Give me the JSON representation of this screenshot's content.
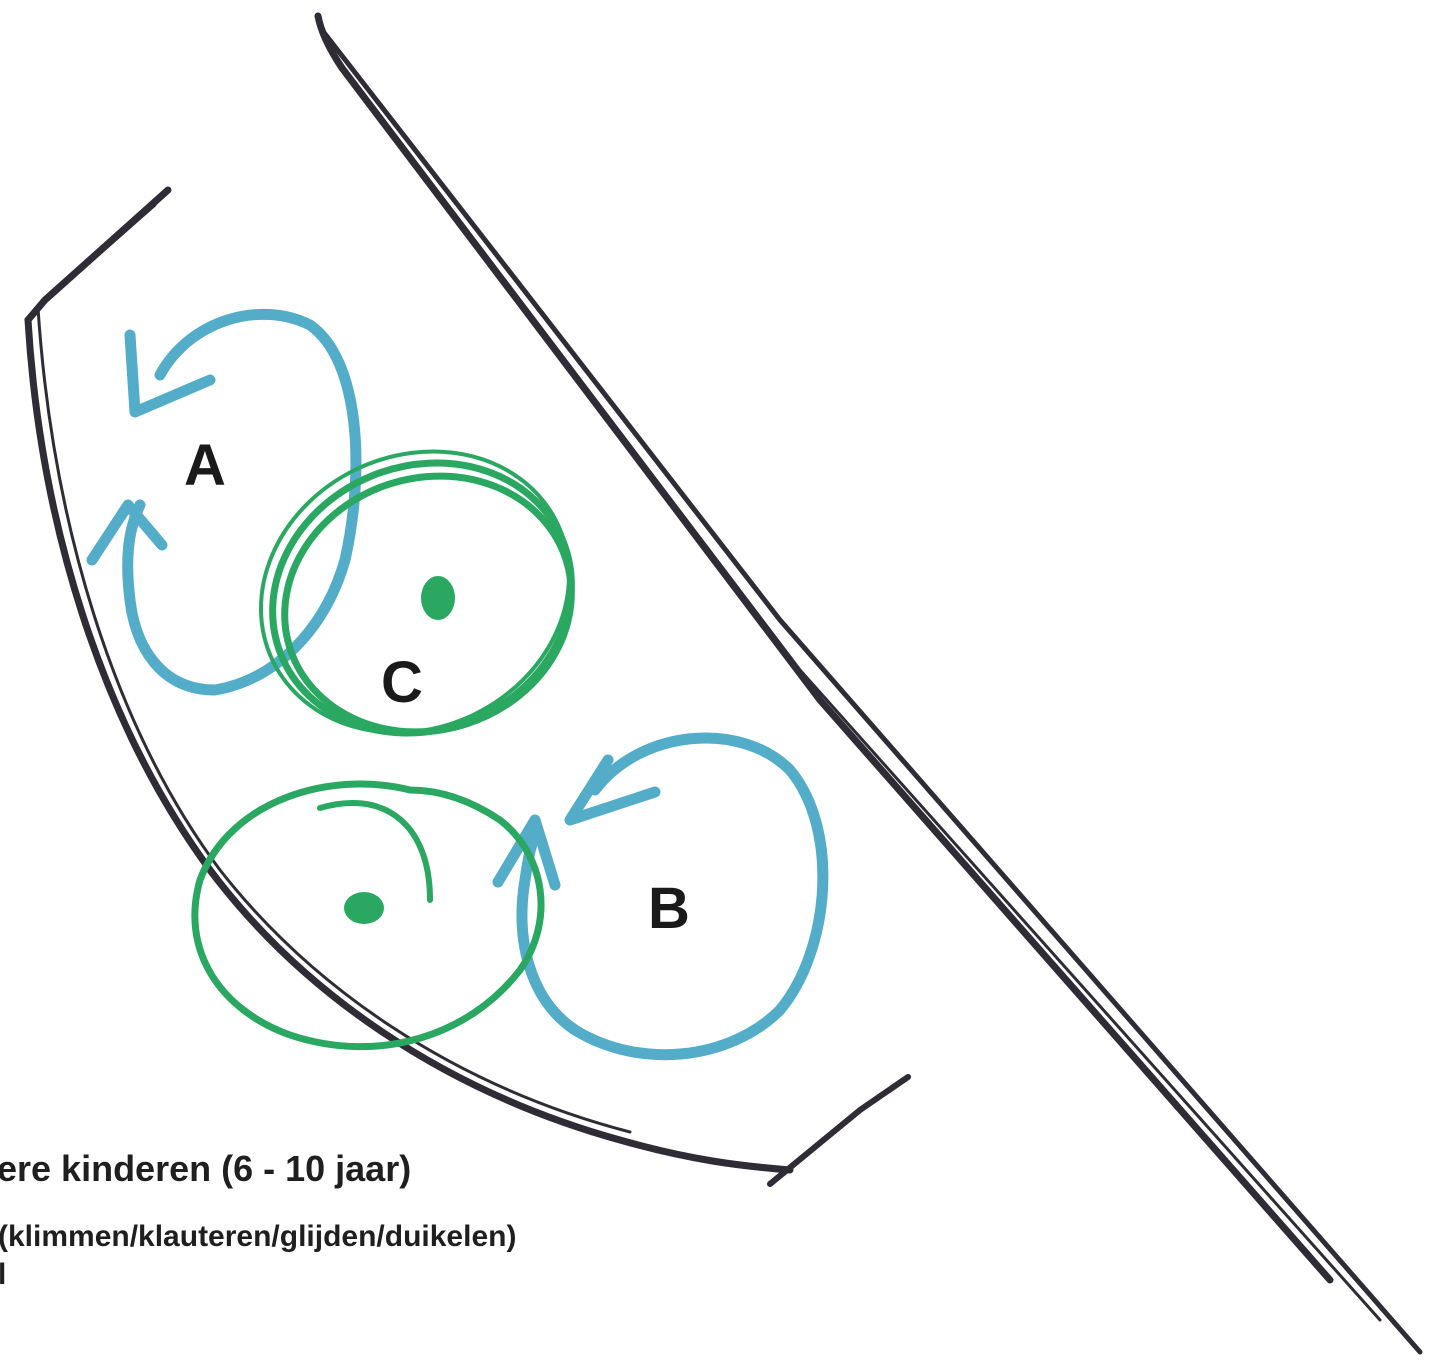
{
  "labels": {
    "zone_a": "A",
    "zone_b": "B",
    "zone_c": "C"
  },
  "caption": {
    "title": "ere kinderen (6 - 10 jaar)",
    "line_1": "(klimmen/klauteren/glijden/duikelen)",
    "line_2": "l"
  },
  "colors": {
    "ink": "#2f2c36",
    "blue_marker": "#54adc8",
    "green_marker": "#2aa862",
    "text": "#1a1a1a"
  }
}
